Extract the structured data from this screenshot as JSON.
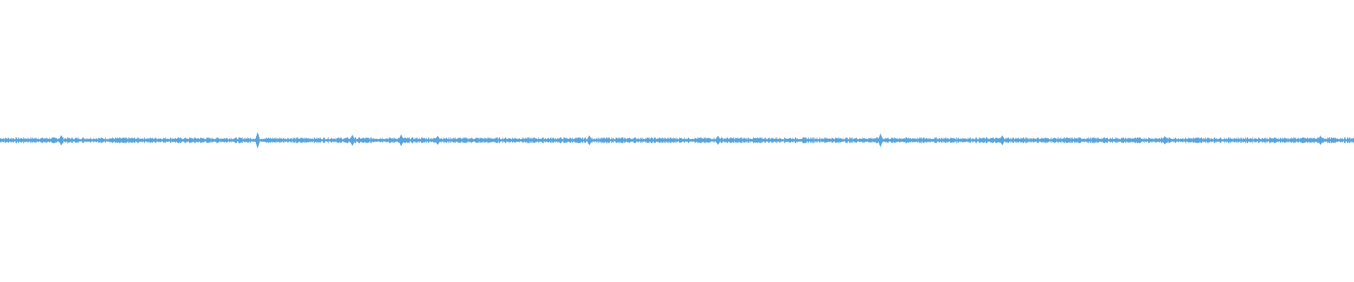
{
  "waveform": {
    "color": "#5aa5dd",
    "background": "#ffffff",
    "description_label": "audio waveform",
    "peak_positions": [
      0.045,
      0.19,
      0.26,
      0.296,
      0.323,
      0.435,
      0.53,
      0.65,
      0.74,
      0.86,
      0.975
    ],
    "peak_amplitudes": [
      0.55,
      1.0,
      0.6,
      0.65,
      0.45,
      0.5,
      0.45,
      0.75,
      0.5,
      0.4,
      0.45
    ],
    "base_amplitude": 0.28,
    "sample_count": 1920,
    "seed": 7
  }
}
